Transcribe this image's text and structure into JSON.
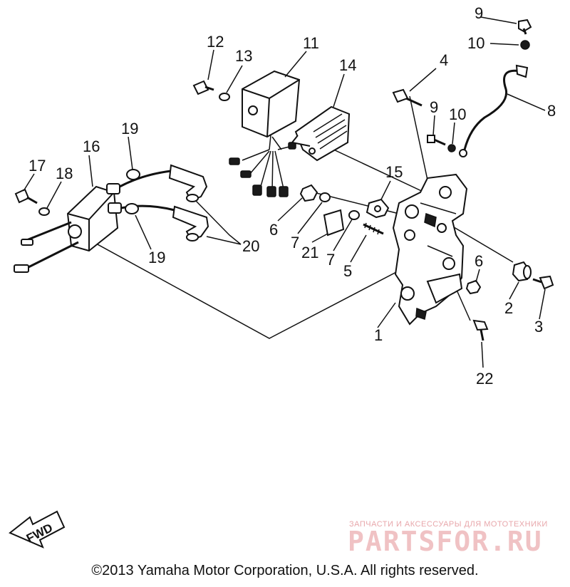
{
  "callouts": {
    "c1": "1",
    "c2": "2",
    "c3": "3",
    "c4": "4",
    "c5": "5",
    "c6a": "6",
    "c6b": "6",
    "c7a": "7",
    "c7b": "7",
    "c8": "8",
    "c9a": "9",
    "c9b": "9",
    "c10a": "10",
    "c10b": "10",
    "c11": "11",
    "c12": "12",
    "c13": "13",
    "c14": "14",
    "c15": "15",
    "c16": "16",
    "c17": "17",
    "c18": "18",
    "c19a": "19",
    "c19b": "19",
    "c20": "20",
    "c21": "21",
    "c22": "22"
  },
  "fwd_label": "FWD",
  "watermark": {
    "subtitle": "ЗАПЧАСТИ И АКСЕССУАРЫ ДЛЯ МОТОТЕХНИКИ",
    "brand": "PARTSFOR.RU"
  },
  "copyright": "©2013 Yamaha Motor Corporation, U.S.A. All rights reserved.",
  "colors": {
    "ink": "#111111",
    "watermark": "#f0c2c4",
    "background": "#ffffff"
  }
}
